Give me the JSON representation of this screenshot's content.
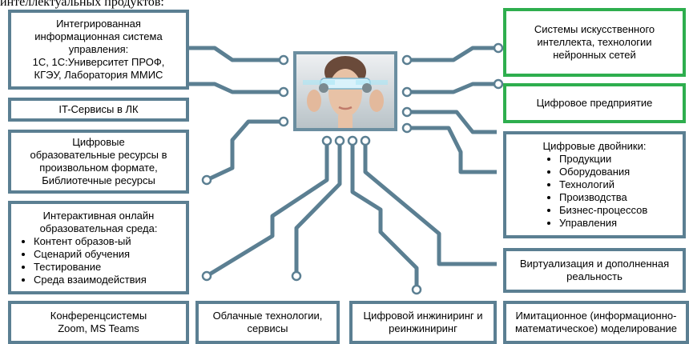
{
  "header_fragment": "интеллектуальных продуктов:",
  "left_boxes": [
    {
      "lines": [
        "Интегрированная",
        "информационная система",
        "управления:",
        "1С, 1С:Университет ПРОФ,",
        "КГЭУ, Лаборатория ММИС"
      ]
    },
    {
      "lines": [
        "IT-Сервисы в ЛК"
      ]
    },
    {
      "lines": [
        "Цифровые",
        "образовательные ресурсы в",
        "произвольном формате,",
        "Библиотечные ресурсы"
      ]
    },
    {
      "title": [
        "Интерактивная онлайн",
        "образовательная среда:"
      ],
      "items": [
        "Контент образов-ый",
        "Сценарий обучения",
        "Тестирование",
        "Среда взаимодействия"
      ]
    }
  ],
  "right_boxes": [
    {
      "lines": [
        "Системы искусственного",
        "интеллекта, технологии",
        "нейронных сетей"
      ]
    },
    {
      "lines": [
        "Цифровое предприятие"
      ]
    },
    {
      "title": [
        "Цифровые двойники:"
      ],
      "items": [
        "Продукции",
        "Оборудования",
        "Технологий",
        "Производства",
        "Бизнес-процессов",
        "Управления"
      ]
    },
    {
      "lines": [
        "Виртуализация и дополненная",
        "реальность"
      ]
    }
  ],
  "bottom_boxes": [
    {
      "lines": [
        "Конференцсистемы",
        "Zoom, MS Teams"
      ]
    },
    {
      "lines": [
        "Облачные технологии,",
        "сервисы"
      ]
    },
    {
      "lines": [
        "Цифровой инжиниринг и",
        "реинжиниринг"
      ]
    },
    {
      "lines": [
        "Имитационное (информационно-",
        "математическое) моделирование"
      ]
    }
  ],
  "colors": {
    "wire": "#5b7f92",
    "box_border": "#5b7f92",
    "accent_green": "#2eae4e",
    "node_fill": "#ffffff"
  },
  "central_image": "woman-with-vr-headset"
}
